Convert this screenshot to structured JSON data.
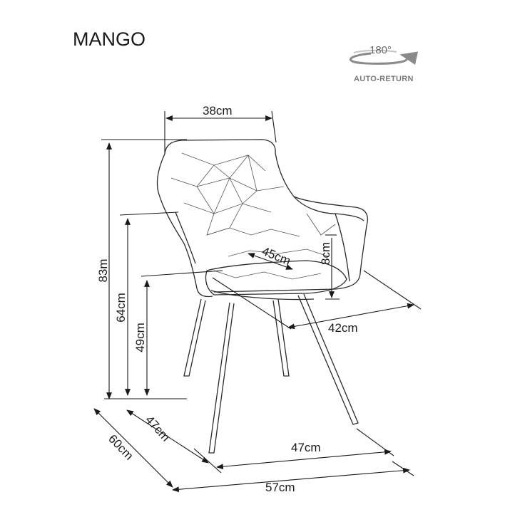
{
  "product_name": "MANGO",
  "rotation": {
    "degrees_label": "180°",
    "caption": "AUTO-RETURN",
    "icon": "rotate-180-icon"
  },
  "dimensions": {
    "backrest_width": "38cm",
    "total_height": "83m",
    "armrest_height": "64cm",
    "seat_height": "49cm",
    "seat_depth": "45cm",
    "armrest_pad_height": "8cm",
    "seat_width": "42cm",
    "legs_depth": "47cm",
    "legs_width": "47cm",
    "total_depth": "60cm",
    "total_width": "57cm"
  }
}
